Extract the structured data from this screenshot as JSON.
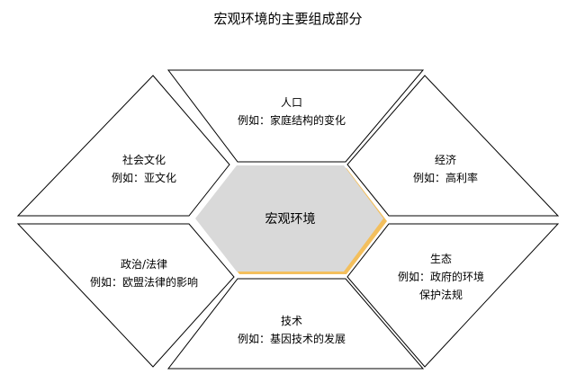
{
  "title": "宏观环境的主要组成部分",
  "center": {
    "label": "宏观环境"
  },
  "segments": {
    "top": {
      "lines": [
        "人口",
        "例如：家庭结构的变化"
      ]
    },
    "upper_left": {
      "lines": [
        "社会文化",
        "例如：亚文化"
      ]
    },
    "upper_right": {
      "lines": [
        "经济",
        "例如：高利率"
      ]
    },
    "lower_left": {
      "lines": [
        "政治/法律",
        "例如：欧盟法律的影响"
      ]
    },
    "lower_right": {
      "lines": [
        "生态",
        "例如：政府的环境",
        "保护法规"
      ]
    },
    "bottom": {
      "lines": [
        "技术",
        "例如：基因技术的发展"
      ]
    }
  },
  "colors": {
    "center_fill": "#d9d9d9",
    "center_shadow": "#f2b84b",
    "outline": "#000000"
  }
}
